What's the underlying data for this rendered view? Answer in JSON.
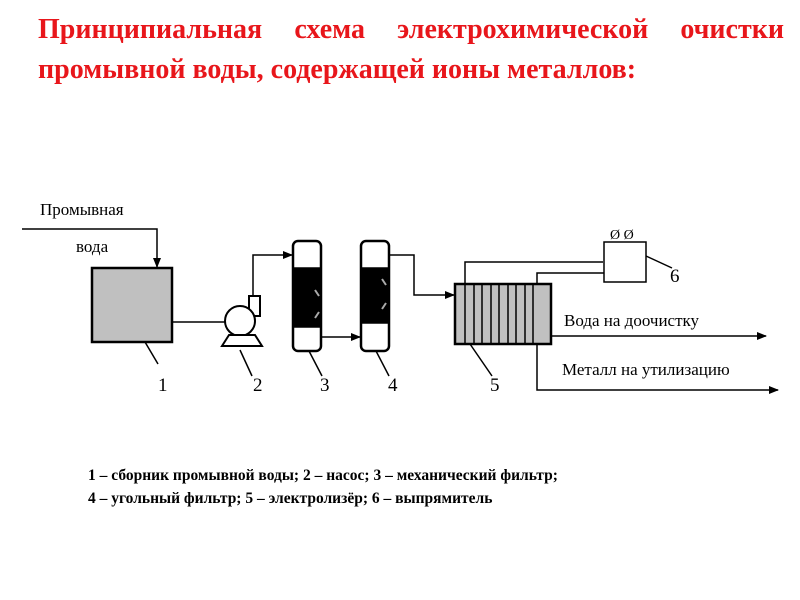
{
  "title": "Принципиальная схема электрохимической очистки промывной воды, содержащей ионы металлов:",
  "diagram": {
    "inlet_label_1": "Промывная",
    "inlet_label_2": "вода",
    "outlet_water": "Вода на доочистку",
    "outlet_metal": "Металл на утилизацию",
    "terminals": "Ø Ø",
    "numbers": [
      "1",
      "2",
      "3",
      "4",
      "5",
      "6"
    ]
  },
  "legend": {
    "line1": "1 – сборник промывной воды; 2 – насос; 3 – механический фильтр;",
    "line2": "4 – угольный фильтр; 5 – электролизёр; 6 – выпрямитель"
  },
  "colors": {
    "title": "#e8161b",
    "fill": "#c0c0c0"
  }
}
